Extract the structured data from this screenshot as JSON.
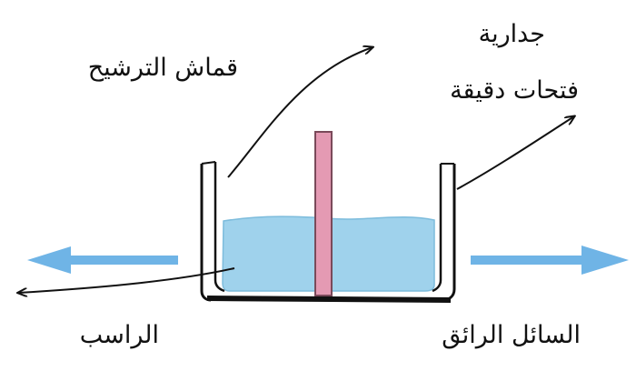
{
  "labels": {
    "wall": "جدارية",
    "fine_holes": "فتحات دقيقة",
    "filter_cloth": "قماش الترشيح",
    "clear_liquid": "السائل الرائق",
    "sediment": "الراسب"
  },
  "colors": {
    "water": "#9fd2ec",
    "water_edge": "#7dbcdc",
    "rod": "#e49ab3",
    "rod_edge": "#7a4a5a",
    "arrow": "#6fb4e6",
    "ink": "#111111"
  }
}
